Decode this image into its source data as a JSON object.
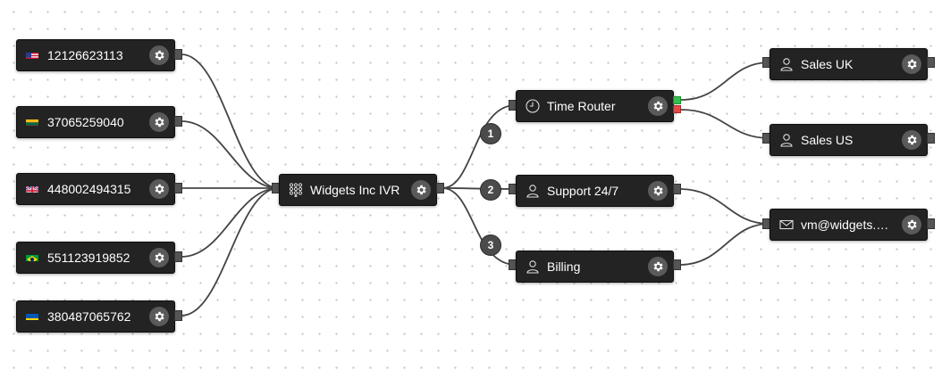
{
  "inbound_numbers": [
    {
      "number": "12126623113",
      "flag": "us-flag"
    },
    {
      "number": "37065259040",
      "flag": "lt-flag"
    },
    {
      "number": "448002494315",
      "flag": "gb-flag"
    },
    {
      "number": "551123919852",
      "flag": "br-flag"
    },
    {
      "number": "380487065762",
      "flag": "ua-flag"
    }
  ],
  "ivr": {
    "label": "Widgets Inc IVR",
    "icon": "keypad-icon"
  },
  "menu_options": [
    "1",
    "2",
    "3"
  ],
  "time_router": {
    "label": "Time Router",
    "icon": "clock-icon"
  },
  "support": {
    "label": "Support 24/7",
    "icon": "user-icon"
  },
  "billing": {
    "label": "Billing",
    "icon": "user-icon"
  },
  "sales_uk": {
    "label": "Sales UK",
    "icon": "user-icon"
  },
  "sales_us": {
    "label": "Sales US",
    "icon": "user-icon"
  },
  "voicemail": {
    "label": "vm@widgets.…",
    "icon": "envelope-icon"
  },
  "colors": {
    "node_bg": "#232323",
    "gear_bg": "#5a5a5a",
    "open_port": "#33c24d",
    "closed_port": "#e24a4a",
    "wire": "#444444"
  }
}
